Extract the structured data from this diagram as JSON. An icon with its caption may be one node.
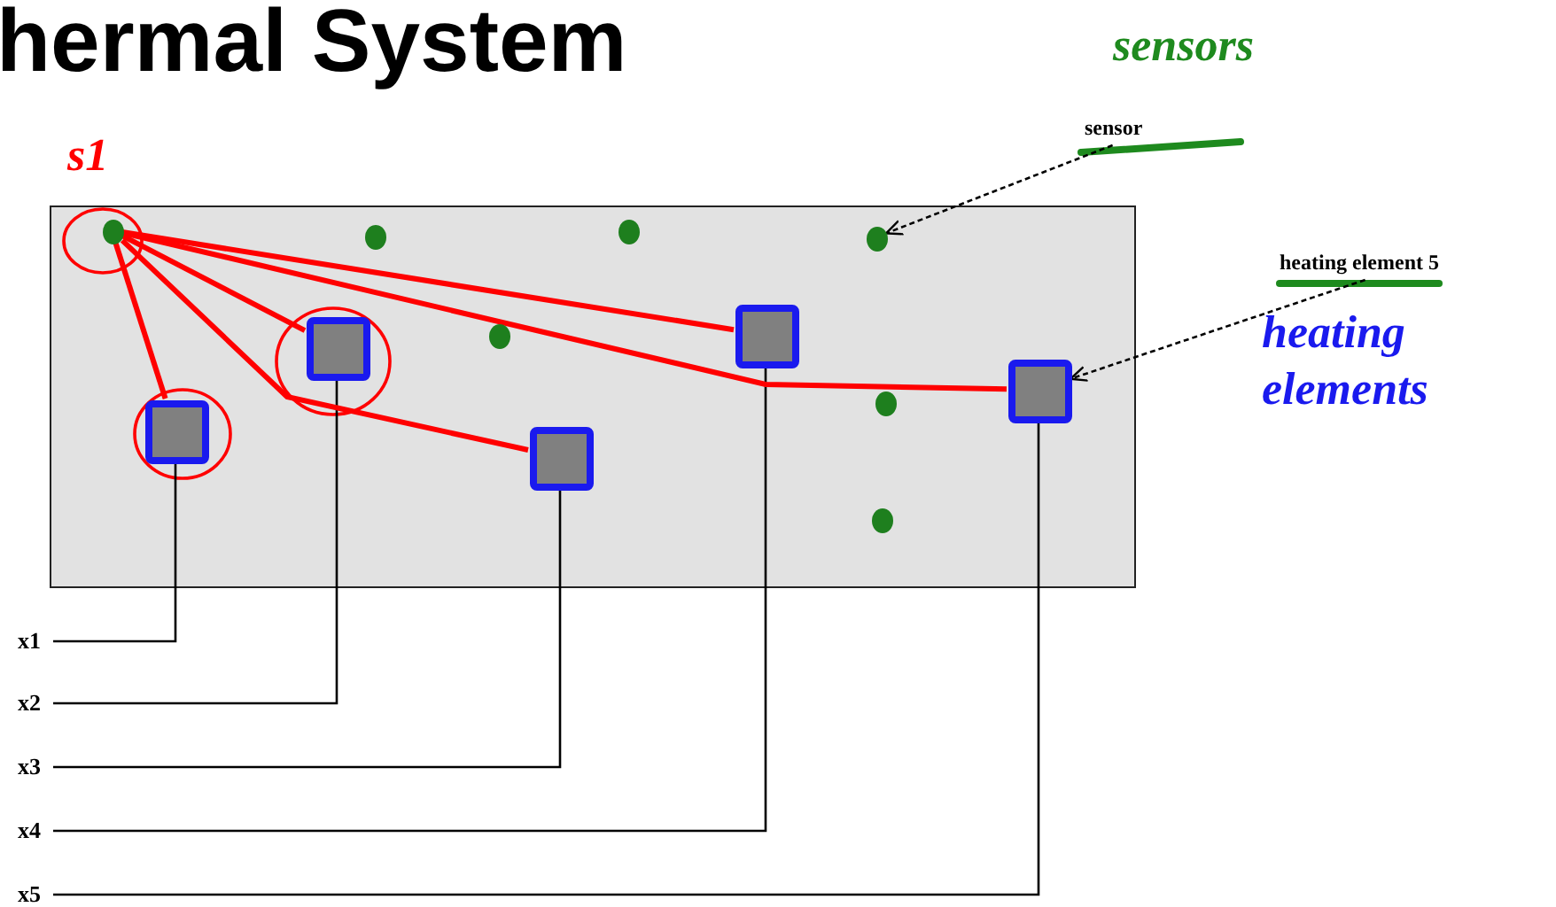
{
  "diagram": {
    "title": "hermal System",
    "nodes": [
      {
        "text": [
          "sensor"
        ]
      },
      {
        "text": [],
        "shape": "box"
      },
      {
        "text": [],
        "shape": "circle",
        "in": 1
      },
      {
        "text": [],
        "shape": "circle",
        "in": 1
      },
      {
        "text": [],
        "shape": "circle",
        "in": 1
      },
      {
        "text": [],
        "shape": "circle",
        "in": 1
      },
      {
        "text": [],
        "shape": "circle",
        "in": 1
      },
      {
        "text": [],
        "shape": "circle",
        "in": 1
      },
      {
        "text": [],
        "shape": "circle",
        "in": 1
      },
      {
        "text": [],
        "shape": "box",
        "in": 1
      },
      {
        "text": [],
        "shape": "box",
        "in": 1
      },
      {
        "text": [],
        "shape": "box",
        "in": 1
      },
      {
        "text": [],
        "shape": "box",
        "in": 1
      },
      {
        "text": [],
        "shape": "box",
        "in": 1
      },
      {
        "text": [
          "heating element 5"
        ]
      },
      {
        "text": [
          "x1"
        ]
      },
      {
        "text": [
          "x2"
        ]
      },
      {
        "text": [
          "x3"
        ]
      },
      {
        "text": [
          "x4"
        ]
      },
      {
        "text": [
          "x5"
        ]
      }
    ],
    "edges": [
      {
        "from": 15,
        "to": 9,
        "arrow": "none"
      },
      {
        "from": 16,
        "to": 10,
        "arrow": "none"
      },
      {
        "from": 17,
        "to": 11,
        "arrow": "none"
      },
      {
        "from": 18,
        "to": 12,
        "arrow": "none"
      },
      {
        "from": 19,
        "to": 13,
        "arrow": "none"
      },
      {
        "from": 0,
        "to": 5,
        "arrow": "to",
        "style": "dashed"
      },
      {
        "from": 14,
        "to": 13,
        "arrow": "to",
        "style": "dashed"
      },
      {
        "from": 2,
        "to": 9,
        "arrow": "none",
        "style": "thick",
        "color": "#ff0000"
      },
      {
        "from": 2,
        "to": 10,
        "arrow": "none",
        "style": "thick",
        "color": "#ff0000"
      },
      {
        "from": 2,
        "to": 11,
        "arrow": "none",
        "style": "thick",
        "color": "#ff0000"
      },
      {
        "from": 2,
        "to": 12,
        "arrow": "none",
        "style": "thick",
        "color": "#ff0000"
      },
      {
        "from": 2,
        "to": 13,
        "arrow": "none",
        "style": "thick",
        "color": "#ff0000"
      }
    ],
    "labels": [
      "sensors",
      "s1",
      "heating elements"
    ]
  }
}
